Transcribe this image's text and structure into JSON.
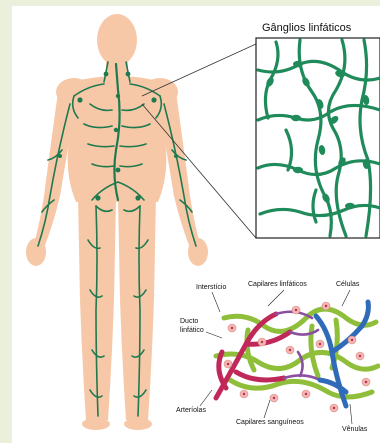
{
  "labels": {
    "ganglios": "Gânglios linfáticos",
    "intersticio": "Interstício",
    "capilares_linfaticos": "Capilares linfáticos",
    "celulas": "Células",
    "ducto_1": "Ducto",
    "ducto_2": "linfático",
    "arteriolas": "Arteríolas",
    "capilares_sanguineos": "Capilares sanguíneos",
    "venulas": "Vênulas"
  },
  "colors": {
    "background": "#eaf0dc",
    "skin": "#f7c8a8",
    "lymph": "#1e7a4e",
    "node": "#1f8a5a",
    "artery": "#c0285a",
    "vein": "#2f6bb8",
    "lymph_capillary": "#8fbf3a",
    "cell": "#f2b7b0"
  }
}
